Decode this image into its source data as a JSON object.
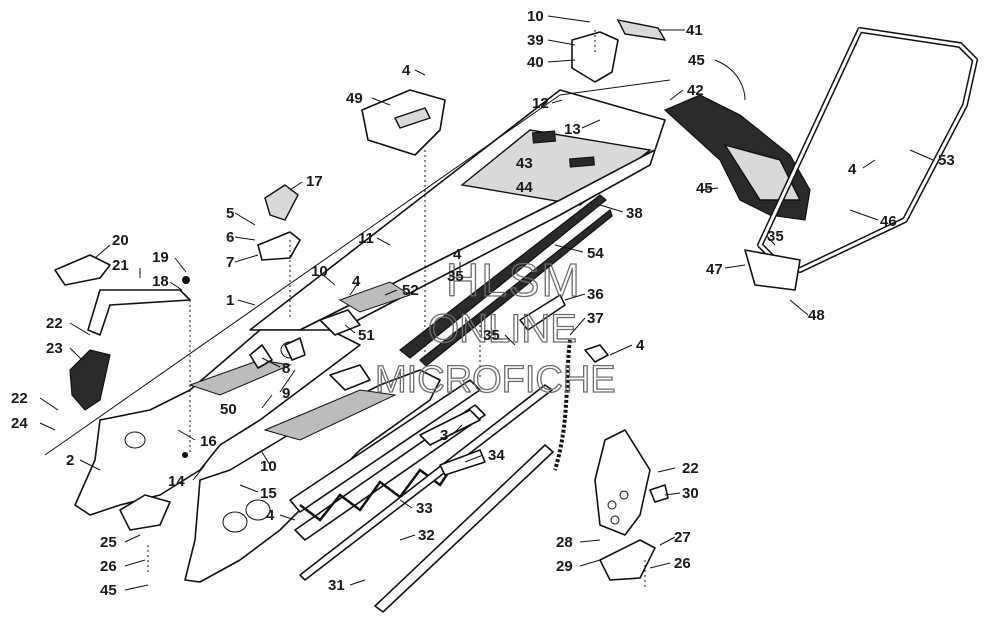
{
  "diagram": {
    "watermark": {
      "line1": "HLSM",
      "line2": "ONLINE",
      "line3": "MICROFICHE"
    },
    "callouts": [
      {
        "id": "c10a",
        "text": "10"
      },
      {
        "id": "c39",
        "text": "39"
      },
      {
        "id": "c40",
        "text": "40"
      },
      {
        "id": "c41",
        "text": "41"
      },
      {
        "id": "c45a",
        "text": "45"
      },
      {
        "id": "c4a",
        "text": "4"
      },
      {
        "id": "c49",
        "text": "49"
      },
      {
        "id": "c12",
        "text": "12"
      },
      {
        "id": "c13",
        "text": "13"
      },
      {
        "id": "c42",
        "text": "42"
      },
      {
        "id": "c43",
        "text": "43"
      },
      {
        "id": "c44",
        "text": "44"
      },
      {
        "id": "c45b",
        "text": "45"
      },
      {
        "id": "c17",
        "text": "17"
      },
      {
        "id": "c38",
        "text": "38"
      },
      {
        "id": "c4b",
        "text": "4"
      },
      {
        "id": "c53",
        "text": "53"
      },
      {
        "id": "c46",
        "text": "46"
      },
      {
        "id": "c5",
        "text": "5"
      },
      {
        "id": "c6",
        "text": "6"
      },
      {
        "id": "c7",
        "text": "7"
      },
      {
        "id": "c11",
        "text": "11"
      },
      {
        "id": "c54",
        "text": "54"
      },
      {
        "id": "c35a",
        "text": "35"
      },
      {
        "id": "c47",
        "text": "47"
      },
      {
        "id": "c20",
        "text": "20"
      },
      {
        "id": "c19",
        "text": "19"
      },
      {
        "id": "c21",
        "text": "21"
      },
      {
        "id": "c18",
        "text": "18"
      },
      {
        "id": "c4c",
        "text": "4"
      },
      {
        "id": "c35b",
        "text": "35"
      },
      {
        "id": "c10b",
        "text": "10"
      },
      {
        "id": "c4d",
        "text": "4"
      },
      {
        "id": "c52",
        "text": "52"
      },
      {
        "id": "c36",
        "text": "36"
      },
      {
        "id": "c48",
        "text": "48"
      },
      {
        "id": "c1",
        "text": "1"
      },
      {
        "id": "c22a",
        "text": "22"
      },
      {
        "id": "c51",
        "text": "51"
      },
      {
        "id": "c37",
        "text": "37"
      },
      {
        "id": "c35c",
        "text": "35"
      },
      {
        "id": "c4e",
        "text": "4"
      },
      {
        "id": "c23",
        "text": "23"
      },
      {
        "id": "c8",
        "text": "8"
      },
      {
        "id": "c22b",
        "text": "22"
      },
      {
        "id": "c9",
        "text": "9"
      },
      {
        "id": "c24",
        "text": "24"
      },
      {
        "id": "c50",
        "text": "50"
      },
      {
        "id": "c3",
        "text": "3"
      },
      {
        "id": "c16",
        "text": "16"
      },
      {
        "id": "c2",
        "text": "2"
      },
      {
        "id": "c34",
        "text": "34"
      },
      {
        "id": "c10c",
        "text": "10"
      },
      {
        "id": "c22c",
        "text": "22"
      },
      {
        "id": "c14",
        "text": "14"
      },
      {
        "id": "c15",
        "text": "15"
      },
      {
        "id": "c30",
        "text": "30"
      },
      {
        "id": "c33",
        "text": "33"
      },
      {
        "id": "c4f",
        "text": "4"
      },
      {
        "id": "c25",
        "text": "25"
      },
      {
        "id": "c27",
        "text": "27"
      },
      {
        "id": "c32",
        "text": "32"
      },
      {
        "id": "c28",
        "text": "28"
      },
      {
        "id": "c26a",
        "text": "26"
      },
      {
        "id": "c29",
        "text": "29"
      },
      {
        "id": "c26b",
        "text": "26"
      },
      {
        "id": "c31",
        "text": "31"
      },
      {
        "id": "c45c",
        "text": "45"
      }
    ]
  }
}
